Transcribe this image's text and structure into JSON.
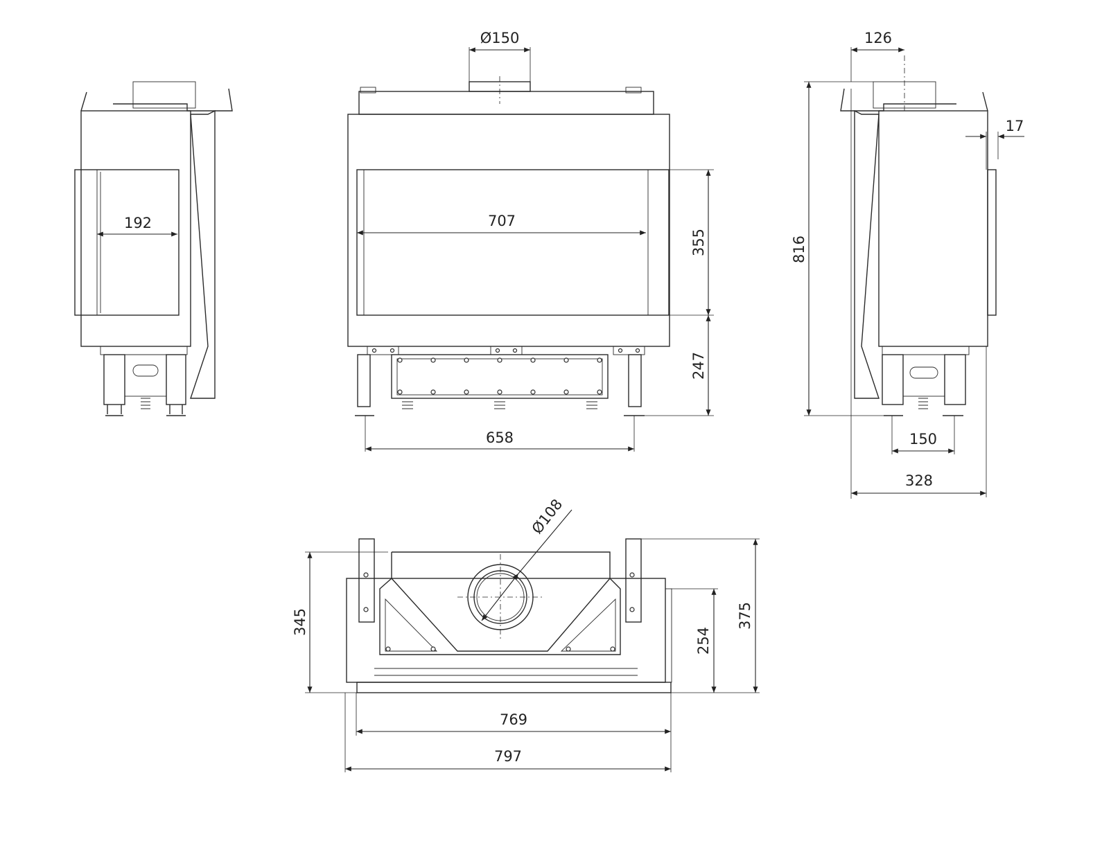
{
  "dimensions": {
    "flue_diameter_front": "Ø150",
    "flue_offset_side": "126",
    "side_offset": "17",
    "side_glass_width": "192",
    "front_glass_width": "707",
    "glass_height": "355",
    "base_height": "247",
    "total_height": "816",
    "leg_span_front": "658",
    "leg_span_side": "150",
    "total_depth": "328",
    "flue_diameter_top": "Ø108",
    "top_depth_inner": "345",
    "top_depth_glass": "254",
    "top_depth_total": "375",
    "top_width_inner": "769",
    "top_width_total": "797"
  }
}
